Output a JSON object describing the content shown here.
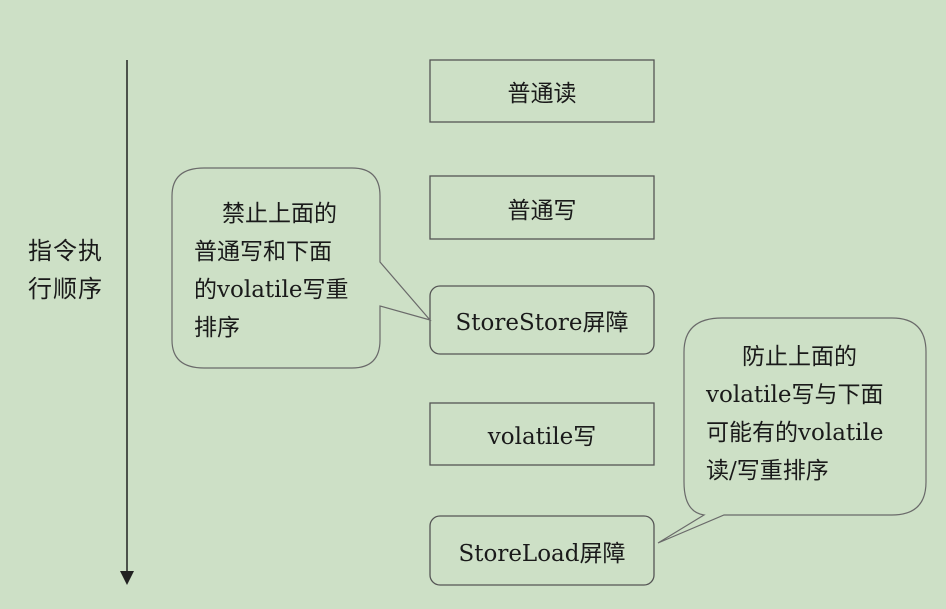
{
  "axis": {
    "label_line1": "指令执",
    "label_line2": "行顺序"
  },
  "steps": [
    {
      "label": "普通读"
    },
    {
      "label": "普通写"
    },
    {
      "label": "StoreStore屏障"
    },
    {
      "label": "volatile写"
    },
    {
      "label": "StoreLoad屏障"
    }
  ],
  "callouts": {
    "left": {
      "lines": [
        "禁止上面的",
        "普通写和下面",
        "的volatile写重",
        "排序"
      ]
    },
    "right": {
      "lines": [
        "防止上面的",
        "volatile写与下面",
        "可能有的volatile",
        "读/写重排序"
      ]
    }
  },
  "colors": {
    "background": "#cde0c6",
    "stroke": "#4a4a4a"
  }
}
